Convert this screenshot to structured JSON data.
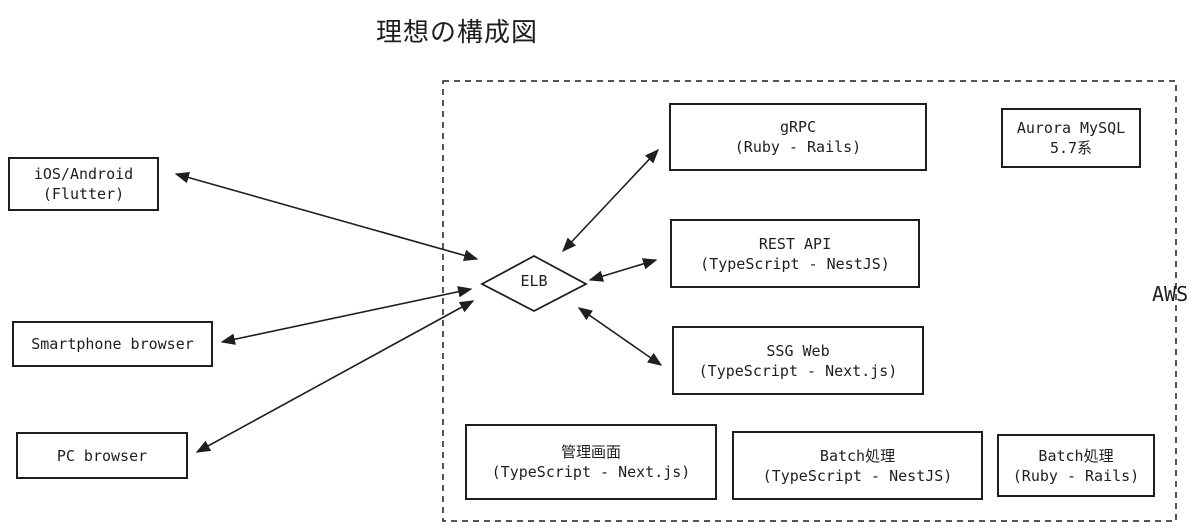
{
  "title": "理想の構成図",
  "aws_label": "AWS",
  "elb_label": "ELB",
  "clients": {
    "ios": {
      "line1": "iOS/Android",
      "line2": "(Flutter)"
    },
    "smartphone": {
      "line1": "Smartphone browser"
    },
    "pc": {
      "line1": "PC browser"
    }
  },
  "services": {
    "grpc": {
      "line1": "gRPC",
      "line2": "(Ruby - Rails)"
    },
    "rest": {
      "line1": "REST API",
      "line2": "(TypeScript - NestJS)"
    },
    "ssg": {
      "line1": "SSG Web",
      "line2": "(TypeScript - Next.js)"
    },
    "aurora": {
      "line1": "Aurora MySQL",
      "line2": "5.7系"
    },
    "admin": {
      "line1": "管理画面",
      "line2": "(TypeScript - Next.js)"
    },
    "batch_ts": {
      "line1": "Batch処理",
      "line2": "(TypeScript - NestJS)"
    },
    "batch_ruby": {
      "line1": "Batch処理",
      "line2": "(Ruby - Rails)"
    }
  },
  "colors": {
    "stroke": "#1e1e1e",
    "background": "#ffffff"
  }
}
